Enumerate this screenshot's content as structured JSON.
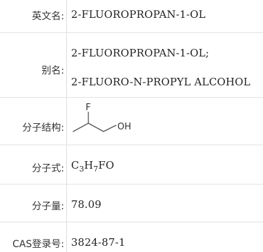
{
  "table": {
    "rows": [
      {
        "label": "英文名:",
        "value": "2-FLUOROPROPAN-1-OL"
      },
      {
        "label": "别名:",
        "values": [
          "2-FLUOROPROPAN-1-OL;",
          "2-FLUORO-N-PROPYL ALCOHOL"
        ]
      },
      {
        "label": "分子结构:",
        "structure": {
          "fluorine": "F",
          "hydroxyl": "OH"
        }
      },
      {
        "label": "分子式:",
        "formula": {
          "c": "C",
          "c_count": "3",
          "h": "H",
          "h_count": "7",
          "rest": "FO"
        }
      },
      {
        "label": "分子量:",
        "value": "78.09"
      },
      {
        "label": "CAS登录号:",
        "value": "3824-87-1"
      }
    ]
  }
}
